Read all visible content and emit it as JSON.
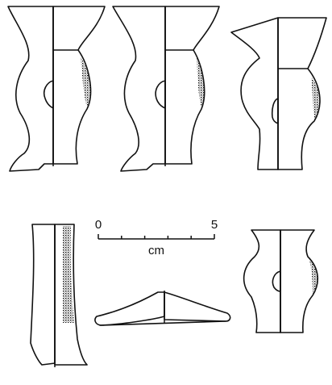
{
  "figure": {
    "colors": {
      "ink": "#111111",
      "paper": "#ffffff"
    },
    "scale_bar": {
      "start_label": "0",
      "end_label": "5",
      "unit_label": "cm",
      "minor_ticks": 5
    },
    "profiles": [
      {
        "id": "goblet-fragment-1",
        "style": "hatched-left-stippled-right"
      },
      {
        "id": "goblet-fragment-2",
        "style": "hatched-left-stippled-right"
      },
      {
        "id": "goblet-fragment-3",
        "style": "hatched-left-stippled-right"
      },
      {
        "id": "stem-fragment",
        "style": "hatched-left-stippled-right"
      },
      {
        "id": "foot-fragment",
        "style": "hatched-left-stippled-right"
      },
      {
        "id": "knop-fragment",
        "style": "hatched-left-stippled-right"
      }
    ]
  }
}
